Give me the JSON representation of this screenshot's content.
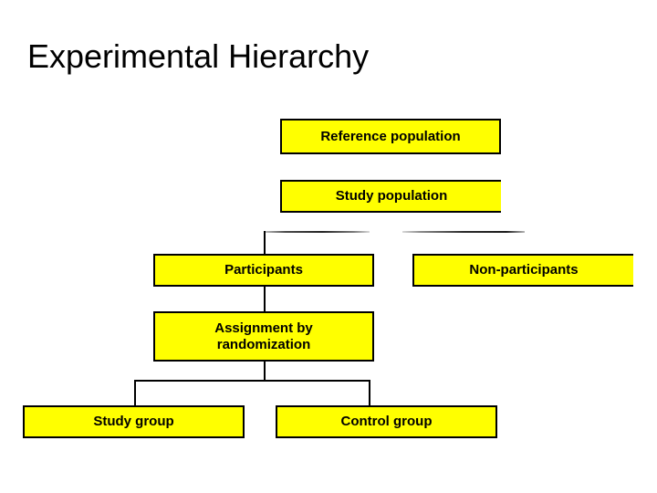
{
  "slide": {
    "title": "Experimental Hierarchy",
    "background_color": "#FFFFFF",
    "node_fill_color": "#FFFF00",
    "node_border_color": "#000000",
    "text_color": "#000000"
  },
  "diagram": {
    "type": "hierarchy-flowchart",
    "nodes": [
      {
        "id": "reference-population",
        "label": "Reference population",
        "level": 1
      },
      {
        "id": "study-population",
        "label": "Study population",
        "level": 2
      },
      {
        "id": "participants",
        "label": "Participants",
        "level": 3
      },
      {
        "id": "non-participants",
        "label": "Non-participants",
        "level": 3
      },
      {
        "id": "assignment-by-randomization",
        "label_line1": "Assignment by",
        "label_line2": "randomization",
        "level": 4
      },
      {
        "id": "study-group",
        "label": "Study group",
        "level": 5
      },
      {
        "id": "control-group",
        "label": "Control group",
        "level": 5
      }
    ],
    "edges": [
      {
        "from": "study-population",
        "to": "participants"
      },
      {
        "from": "study-population",
        "to": "non-participants"
      },
      {
        "from": "participants",
        "to": "assignment-by-randomization"
      },
      {
        "from": "assignment-by-randomization",
        "to": "study-group"
      },
      {
        "from": "assignment-by-randomization",
        "to": "control-group"
      }
    ]
  }
}
